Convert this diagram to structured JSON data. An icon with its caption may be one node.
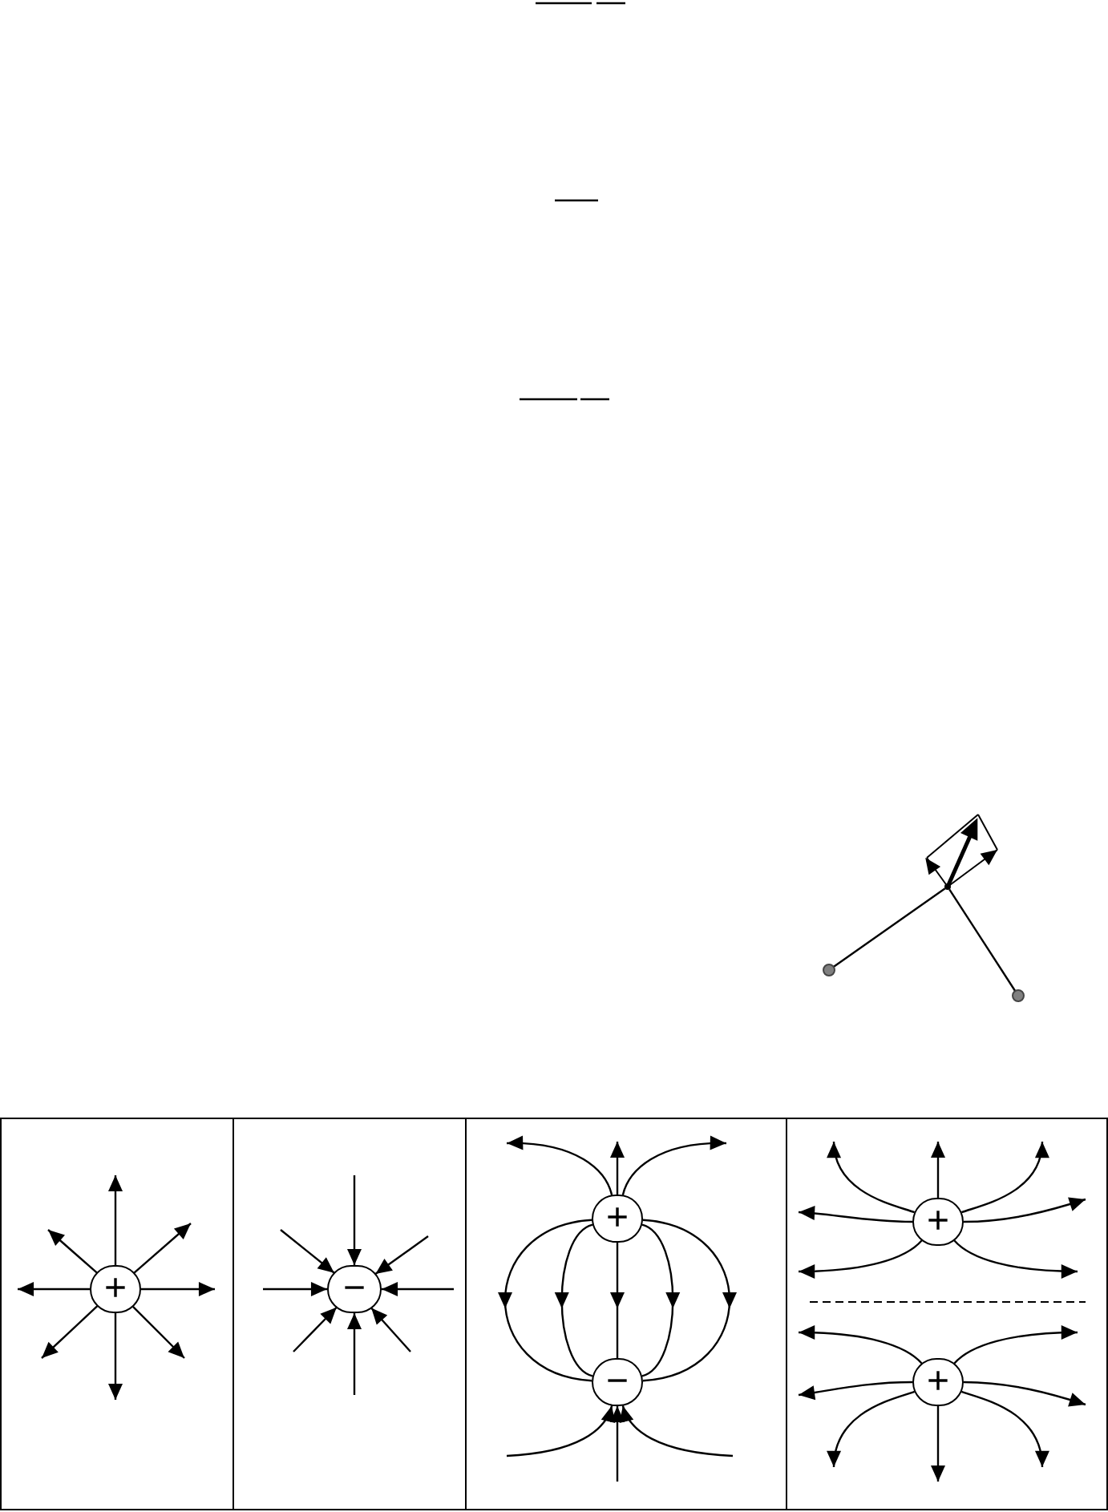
{
  "diagram": {
    "nodes": [
      {
        "text": [
          "+"
        ]
      },
      {
        "text": [
          "−"
        ]
      },
      {
        "text": [
          "+"
        ]
      },
      {
        "text": [
          "−"
        ]
      },
      {
        "text": [
          "+"
        ]
      },
      {
        "text": [
          "+"
        ]
      },
      {
        "text": [],
        "shape": "circle"
      },
      {
        "text": [],
        "shape": "circle"
      },
      {
        "text": [],
        "shape": "circle"
      }
    ],
    "edges": [
      {
        "from": 0,
        "to": null,
        "arrow": "to"
      },
      {
        "from": 0,
        "to": null,
        "arrow": "to"
      },
      {
        "from": 0,
        "to": null,
        "arrow": "to"
      },
      {
        "from": 0,
        "to": null,
        "arrow": "to"
      },
      {
        "from": 0,
        "to": null,
        "arrow": "to"
      },
      {
        "from": 0,
        "to": null,
        "arrow": "to"
      },
      {
        "from": 0,
        "to": null,
        "arrow": "to"
      },
      {
        "from": 0,
        "to": null,
        "arrow": "to"
      },
      {
        "from": null,
        "to": 1,
        "arrow": "to"
      },
      {
        "from": null,
        "to": 1,
        "arrow": "to"
      },
      {
        "from": null,
        "to": 1,
        "arrow": "to"
      },
      {
        "from": null,
        "to": 1,
        "arrow": "to"
      },
      {
        "from": null,
        "to": 1,
        "arrow": "to"
      },
      {
        "from": null,
        "to": 1,
        "arrow": "to"
      },
      {
        "from": null,
        "to": 1,
        "arrow": "to"
      },
      {
        "from": null,
        "to": 1,
        "arrow": "to"
      },
      {
        "from": 2,
        "to": null,
        "arrow": "to"
      },
      {
        "from": 2,
        "to": null,
        "arrow": "to"
      },
      {
        "from": 2,
        "to": null,
        "arrow": "to"
      },
      {
        "from": 2,
        "to": 3,
        "arrow": "to"
      },
      {
        "from": 2,
        "to": 3,
        "arrow": "to"
      },
      {
        "from": 2,
        "to": 3,
        "arrow": "to"
      },
      {
        "from": 2,
        "to": 3,
        "arrow": "to"
      },
      {
        "from": 2,
        "to": 3,
        "arrow": "to"
      },
      {
        "from": null,
        "to": 3,
        "arrow": "to"
      },
      {
        "from": null,
        "to": 3,
        "arrow": "to"
      },
      {
        "from": null,
        "to": 3,
        "arrow": "to"
      },
      {
        "from": 4,
        "to": null,
        "arrow": "to"
      },
      {
        "from": 4,
        "to": null,
        "arrow": "to"
      },
      {
        "from": 4,
        "to": null,
        "arrow": "to"
      },
      {
        "from": 4,
        "to": null,
        "arrow": "to"
      },
      {
        "from": 4,
        "to": null,
        "arrow": "to"
      },
      {
        "from": 4,
        "to": null,
        "arrow": "to"
      },
      {
        "from": 4,
        "to": null,
        "arrow": "to"
      },
      {
        "from": 5,
        "to": null,
        "arrow": "to"
      },
      {
        "from": 5,
        "to": null,
        "arrow": "to"
      },
      {
        "from": 5,
        "to": null,
        "arrow": "to"
      },
      {
        "from": 5,
        "to": null,
        "arrow": "to"
      },
      {
        "from": 5,
        "to": null,
        "arrow": "to"
      },
      {
        "from": 5,
        "to": null,
        "arrow": "to"
      },
      {
        "from": 5,
        "to": null,
        "arrow": "to"
      },
      {
        "from": 6,
        "to": 8,
        "arrow": "none"
      },
      {
        "from": 7,
        "to": 8,
        "arrow": "none"
      }
    ]
  }
}
